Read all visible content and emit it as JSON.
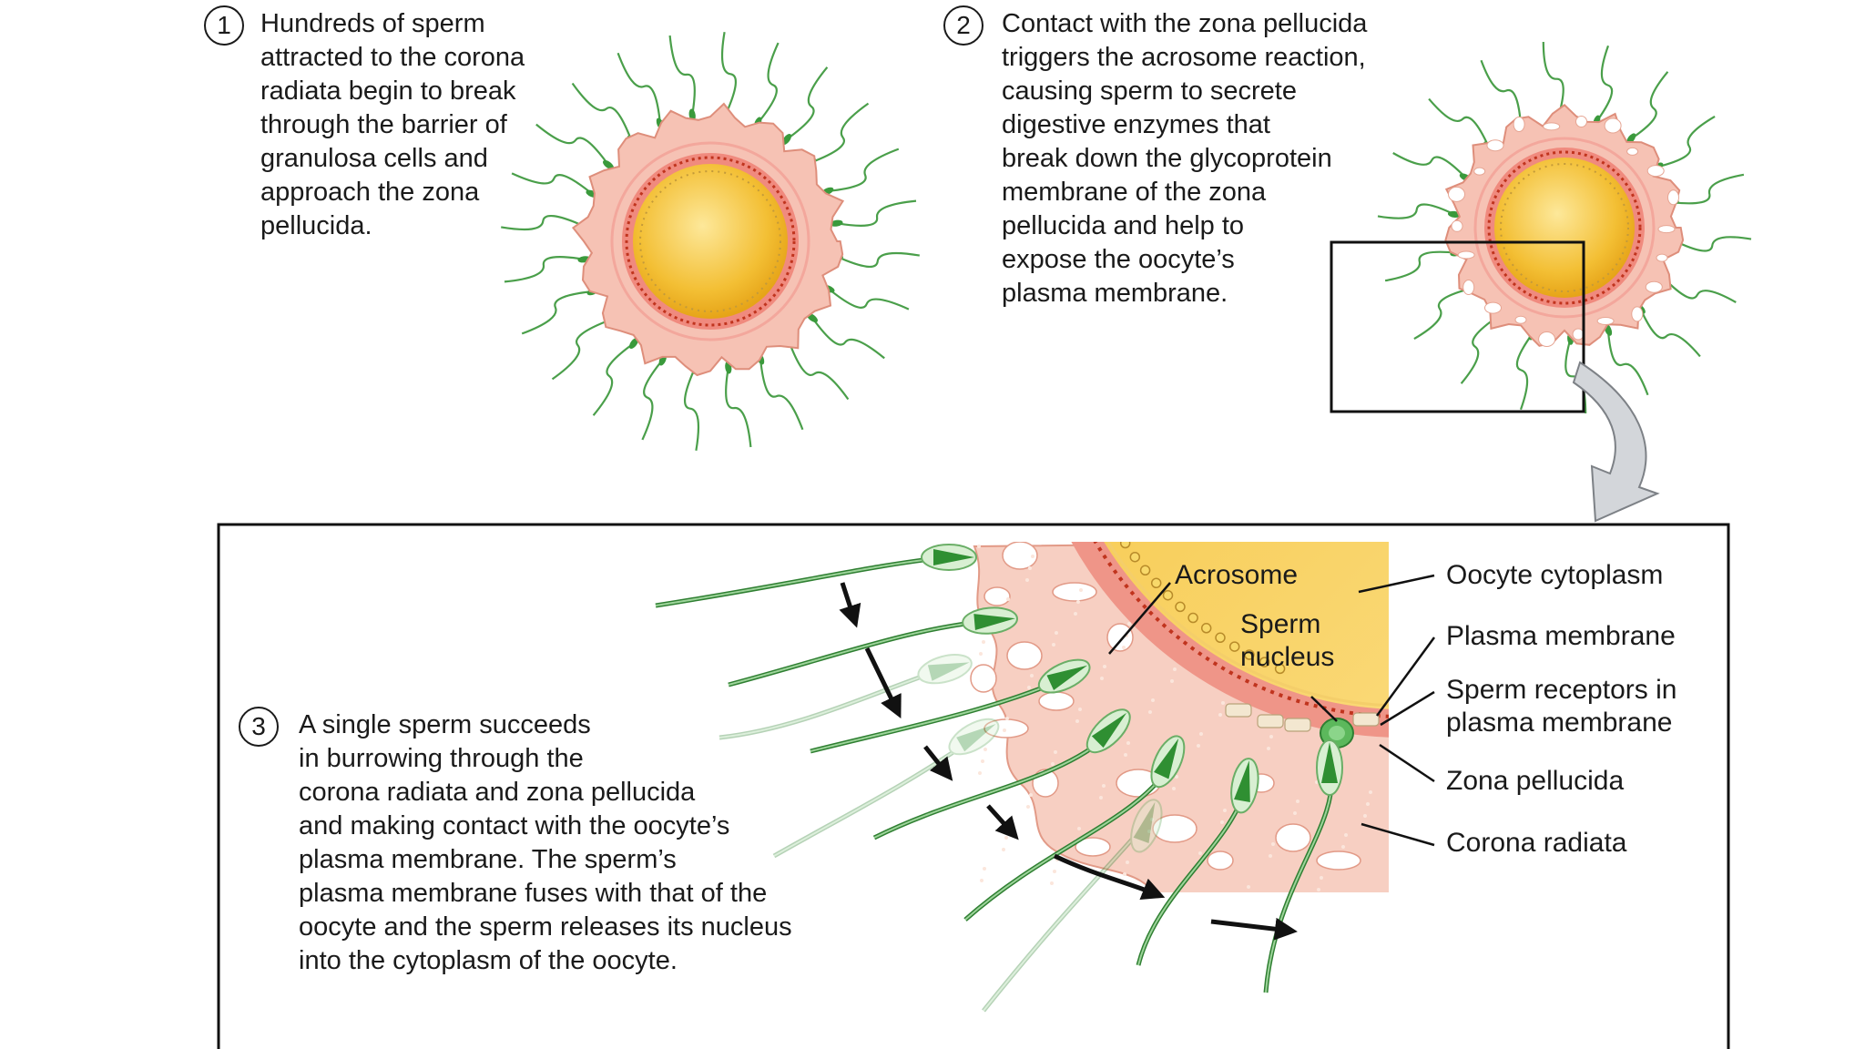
{
  "steps": [
    {
      "number": "1",
      "text": "Hundreds of sperm\nattracted to the corona\nradiata begin to break\nthrough the barrier of\ngranulosa cells and\napproach the zona\npellucida."
    },
    {
      "number": "2",
      "text": "Contact with the zona pellucida\ntriggers the acrosome reaction,\ncausing sperm to secrete\ndigestive enzymes that\nbreak down the glycoprotein\nmembrane of the zona\npellucida and help to\nexpose the oocyte’s\nplasma membrane."
    },
    {
      "number": "3",
      "text": "A single sperm succeeds\nin burrowing through the\ncorona radiata and zona pellucida\nand making contact with the oocyte’s\nplasma membrane. The sperm’s\nplasma membrane fuses with that of the\noocyte and the sperm releases its nucleus\ninto the cytoplasm of the oocyte."
    }
  ],
  "labels": {
    "acrosome": "Acrosome",
    "sperm_nucleus": "Sperm\nnucleus",
    "oocyte_cytoplasm": "Oocyte cytoplasm",
    "plasma_membrane": "Plasma membrane",
    "sperm_receptors": "Sperm receptors in\nplasma membrane",
    "zona_pellucida": "Zona pellucida",
    "corona_radiata": "Corona radiata"
  },
  "colors": {
    "corona": "#f6c2b4",
    "corona_edge": "#e0907e",
    "zona": "#e8867c",
    "plasma_dots": "#c0341e",
    "cytoplasm": "#f1b92a",
    "cytoplasm_light": "#fbe28a",
    "sperm_head": "#3a9a3c",
    "sperm_tail": "#4fa54e",
    "arrow_grey": "#cfd2d6"
  }
}
